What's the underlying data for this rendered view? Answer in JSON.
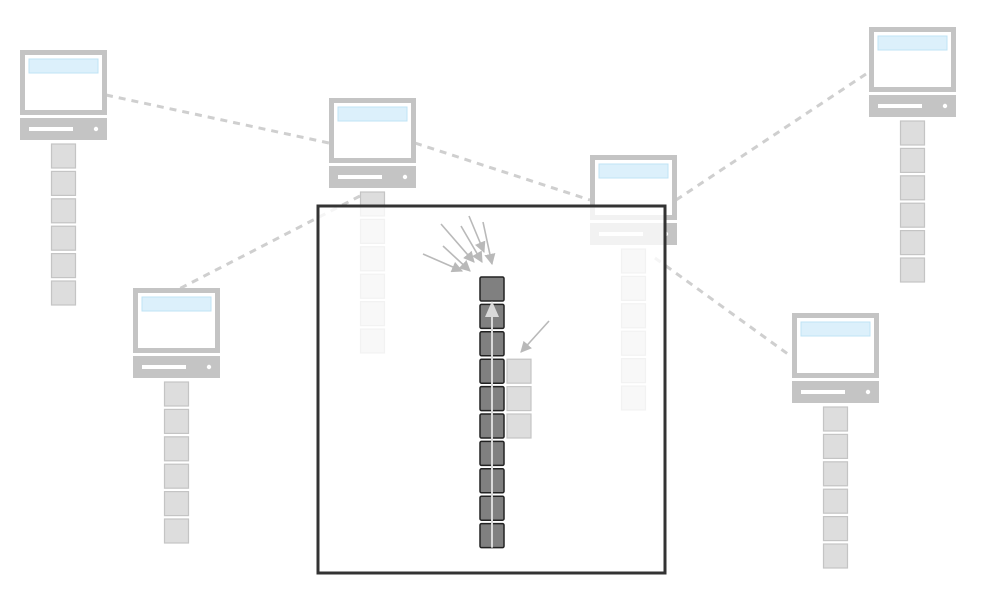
{
  "colors": {
    "background": "#ffffff",
    "node_frame": "#c4c4c4",
    "node_screen": "#ffffff",
    "node_titlebar": "#dcf0fb",
    "node_slot": "#ffffff",
    "block_light": "#dddddd",
    "block_light_border": "#c4c4c4",
    "link": "#cfcfcf",
    "zoom_border": "#333333",
    "block_dark": "#808080",
    "block_dark_border": "#222222",
    "arrow": "#b9b9b9",
    "arrow_head": "#d9d9d9"
  },
  "icons": {
    "node": "desktop-computer-icon",
    "block": "chain-block-icon"
  },
  "network": {
    "nodes": [
      {
        "id": "node-1",
        "chain_length": 6
      },
      {
        "id": "node-2",
        "chain_length": 6,
        "faded_behind_zoom": true
      },
      {
        "id": "node-3",
        "chain_length": 6,
        "faded_behind_zoom": true
      },
      {
        "id": "node-4",
        "chain_length": 6
      },
      {
        "id": "node-5",
        "chain_length": 6
      },
      {
        "id": "node-6",
        "chain_length": 6
      }
    ],
    "links": [
      [
        "node-1",
        "node-2"
      ],
      [
        "node-2",
        "node-3"
      ],
      [
        "node-2",
        "node-4"
      ],
      [
        "node-3",
        "node-6"
      ],
      [
        "node-3",
        "node-5"
      ]
    ]
  },
  "zoom_view": {
    "main_chain_length": 10,
    "fork_chain_length": 3,
    "fork_start_index": 3,
    "incoming_arrows_to_tip": 6,
    "incoming_arrows_to_fork": 1
  }
}
